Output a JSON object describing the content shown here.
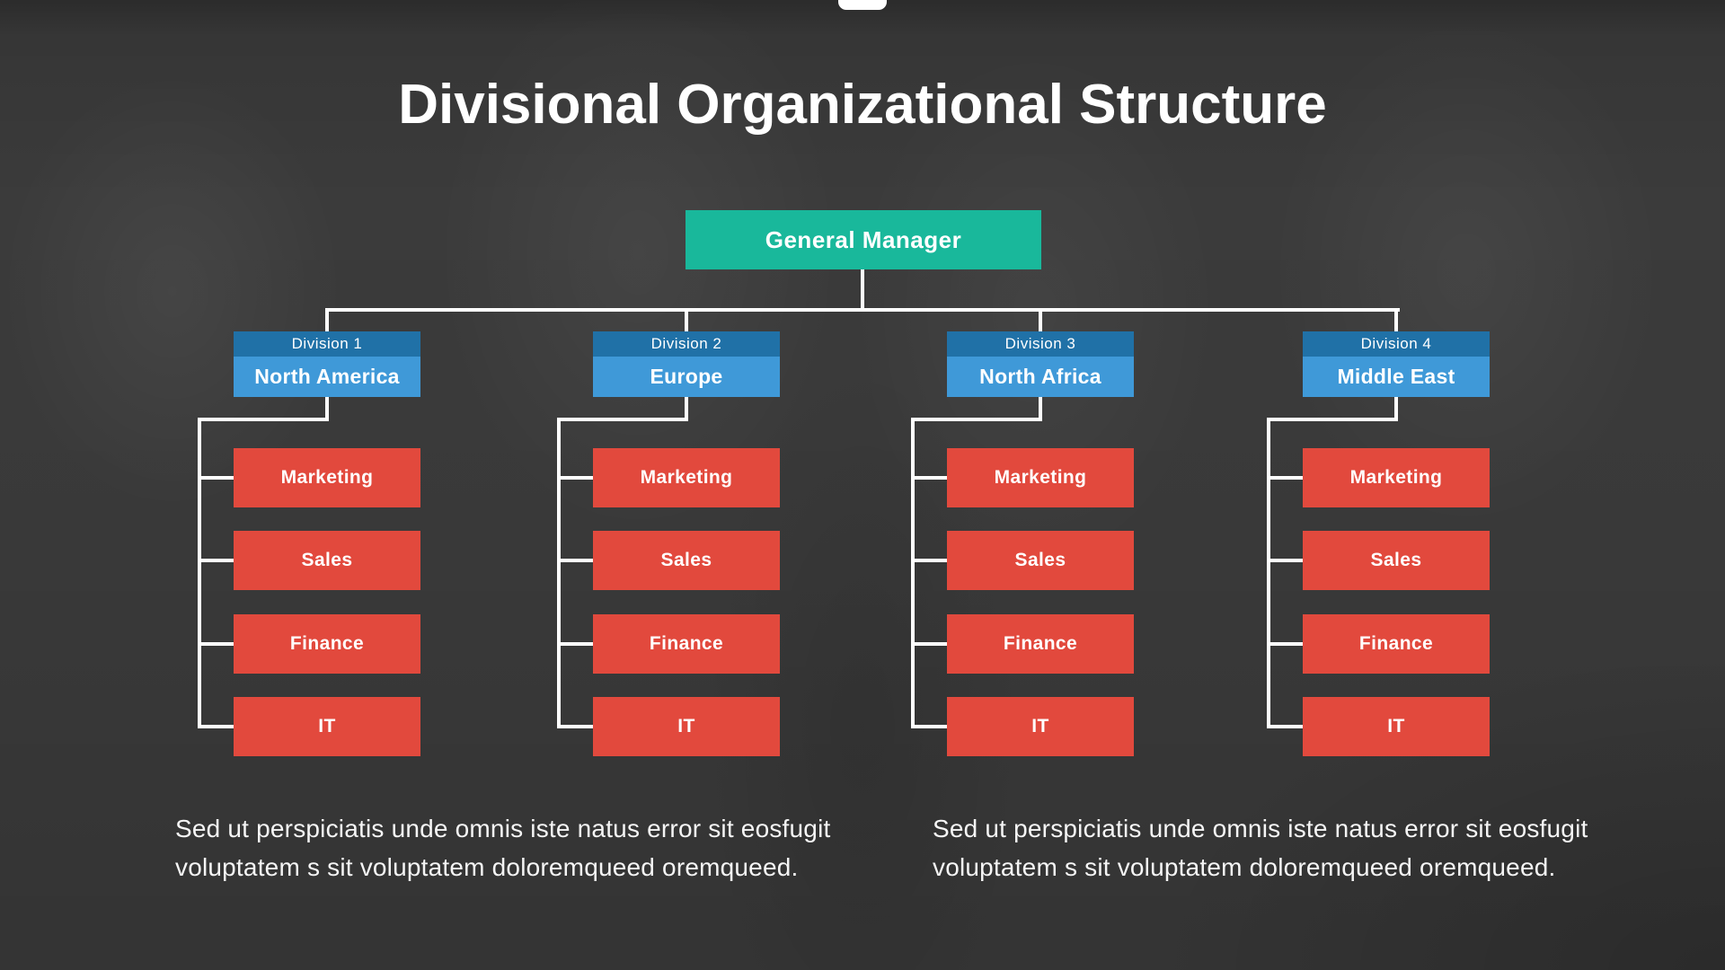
{
  "page": {
    "title": "Divisional Organizational Structure"
  },
  "colors": {
    "background_gray": "#3c3c3c",
    "root_teal": "#19b89b",
    "division_header_blue": "#2071a7",
    "division_region_blue": "#3f99d8",
    "department_red": "#e2493d",
    "connector_white": "#ffffff"
  },
  "org_chart": {
    "root": {
      "label": "General Manager"
    },
    "divisions": [
      {
        "name": "Division 1",
        "region": "North America",
        "departments": [
          "Marketing",
          "Sales",
          "Finance",
          "IT"
        ]
      },
      {
        "name": "Division 2",
        "region": "Europe",
        "departments": [
          "Marketing",
          "Sales",
          "Finance",
          "IT"
        ]
      },
      {
        "name": "Division 3",
        "region": "North Africa",
        "departments": [
          "Marketing",
          "Sales",
          "Finance",
          "IT"
        ]
      },
      {
        "name": "Division 4",
        "region": "Middle East",
        "departments": [
          "Marketing",
          "Sales",
          "Finance",
          "IT"
        ]
      }
    ]
  },
  "footer": {
    "paragraph_left": {
      "line1": "Sed ut perspiciatis unde omnis iste natus error sit eosfugit",
      "line2": "voluptatem s sit voluptatem doloremqueed oremqueed."
    },
    "paragraph_right": {
      "line1": "Sed ut perspiciatis unde omnis iste natus error sit eosfugit",
      "line2": "voluptatem s sit voluptatem doloremqueed oremqueed."
    }
  }
}
